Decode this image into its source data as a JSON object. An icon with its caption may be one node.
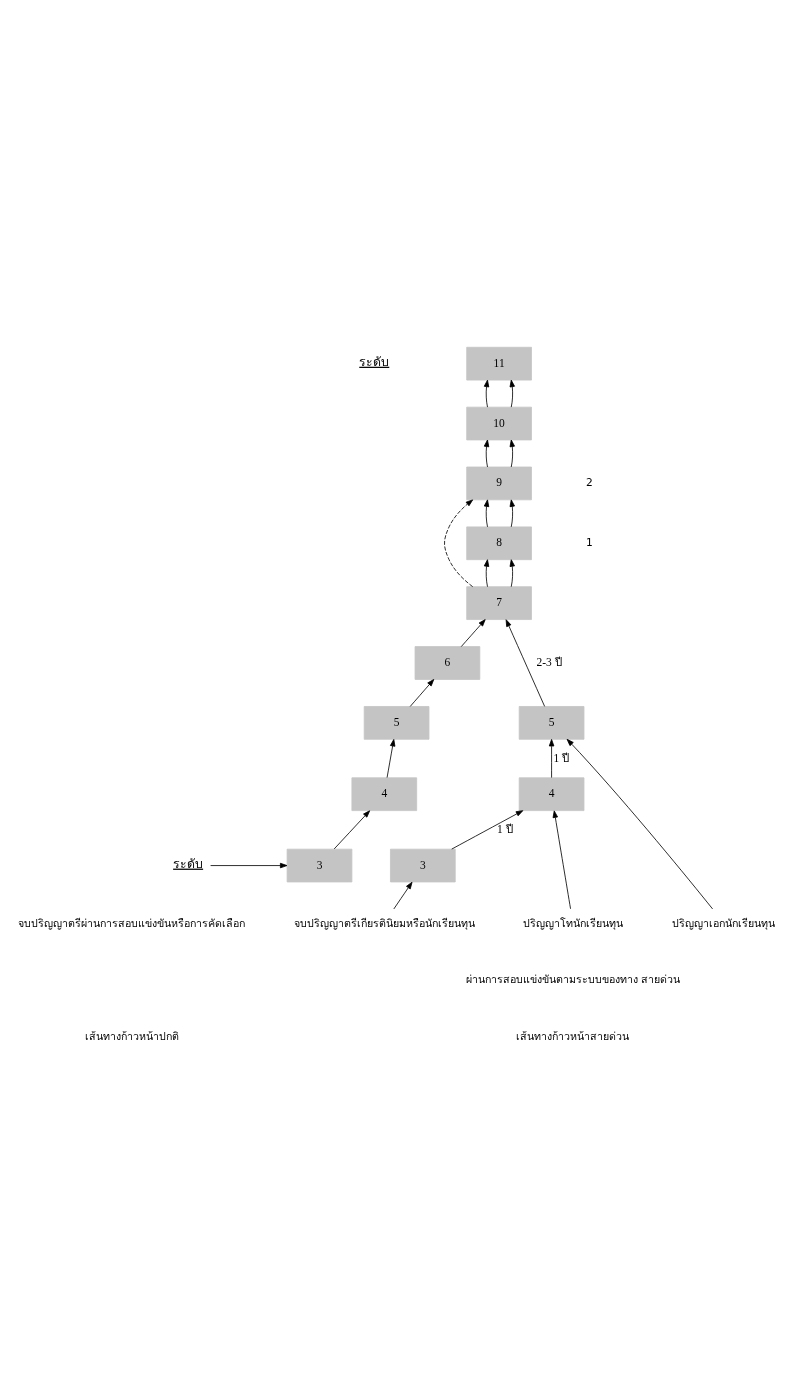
{
  "diagram": {
    "nodes": [
      {
        "text": [
          "11"
        ]
      },
      {
        "text": [
          "10"
        ]
      },
      {
        "text": [
          "9"
        ]
      },
      {
        "text": [
          "8"
        ]
      },
      {
        "text": [
          "7"
        ]
      },
      {
        "text": [
          "6"
        ]
      },
      {
        "text": [
          "5"
        ]
      },
      {
        "text": [
          "4"
        ]
      },
      {
        "text": [
          "ระดับ"
        ]
      },
      {
        "text": [
          "3"
        ]
      },
      {
        "text": [
          "5"
        ]
      },
      {
        "text": [
          "4"
        ]
      },
      {
        "text": [
          "3"
        ]
      },
      {
        "text": [
          "จบปริญญาตรีเกียรตินิยมหรือนักเรียนทุน"
        ]
      },
      {
        "text": [
          "ปริญญาโทนักเรียนทุน"
        ]
      },
      {
        "text": [
          "ปริญญาเอกนักเรียนทุน"
        ]
      }
    ],
    "edges": [
      {
        "from": 9,
        "to": 7,
        "arrow": "to"
      },
      {
        "from": 7,
        "to": 6,
        "arrow": "to"
      },
      {
        "from": 6,
        "to": 5,
        "arrow": "to"
      },
      {
        "from": 5,
        "to": 4,
        "arrow": "to"
      },
      {
        "from": 4,
        "to": 3,
        "arrow": "to"
      },
      {
        "from": 4,
        "to": 3,
        "arrow": "to"
      },
      {
        "from": 3,
        "to": 2,
        "arrow": "to"
      },
      {
        "from": 3,
        "to": 2,
        "arrow": "to"
      },
      {
        "from": 2,
        "to": 1,
        "arrow": "to"
      },
      {
        "from": 2,
        "to": 1,
        "arrow": "to"
      },
      {
        "from": 1,
        "to": 0,
        "arrow": "to"
      },
      {
        "from": 1,
        "to": 0,
        "arrow": "to"
      },
      {
        "from": 8,
        "to": 9,
        "arrow": "to"
      },
      {
        "from": 12,
        "to": 11,
        "label": "1 ปี",
        "arrow": "to"
      },
      {
        "from": 11,
        "to": 10,
        "label": "1 ปี",
        "arrow": "to"
      },
      {
        "from": 10,
        "to": 4,
        "label": "2-3 ปี",
        "arrow": "to"
      },
      {
        "from": 4,
        "to": 2,
        "arrow": "to",
        "style": "dashed"
      },
      {
        "from": 13,
        "to": 12,
        "arrow": "to"
      },
      {
        "from": 14,
        "to": 11,
        "arrow": "to"
      },
      {
        "from": 15,
        "to": 10,
        "arrow": "to"
      }
    ],
    "labels": [
      "ระดับ",
      "2",
      "1",
      "จบปริญญาตรีผ่านการสอบแข่งขันหรือการคัดเลือก",
      "ผ่านการสอบแข่งขันตามระบบของทาง สายด่วน",
      "เส้นทางก้าวหน้าปกติ",
      "เส้นทางก้าวหน้าสายด่วน"
    ]
  }
}
